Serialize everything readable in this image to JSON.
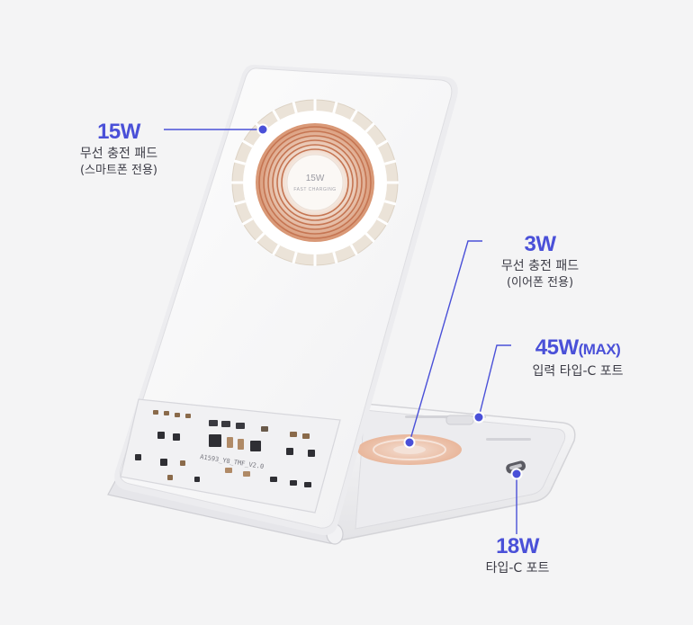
{
  "callouts": {
    "pad_15w": {
      "watt": "15W",
      "desc": "무선 충전 패드",
      "sub": "(스마트폰 전용)"
    },
    "pad_3w": {
      "watt": "3W",
      "desc": "무선 충전 패드",
      "sub": "(이어폰 전용)"
    },
    "port_45w": {
      "watt": "45W",
      "max": "(MAX)",
      "desc": "입력 타입-C 포트"
    },
    "port_18w": {
      "watt": "18W",
      "desc": "타입-C 포트"
    }
  },
  "device": {
    "coil_label": "15W",
    "coil_sublabel": "FAST CHARGING",
    "pcb_label": "A1593_Y8_TMF_V2.0"
  },
  "colors": {
    "accent": "#4a50d8",
    "coil": "#c9845d",
    "ring": "#d8ccbc",
    "device_body": "#ffffff",
    "background": "#f4f4f5"
  }
}
